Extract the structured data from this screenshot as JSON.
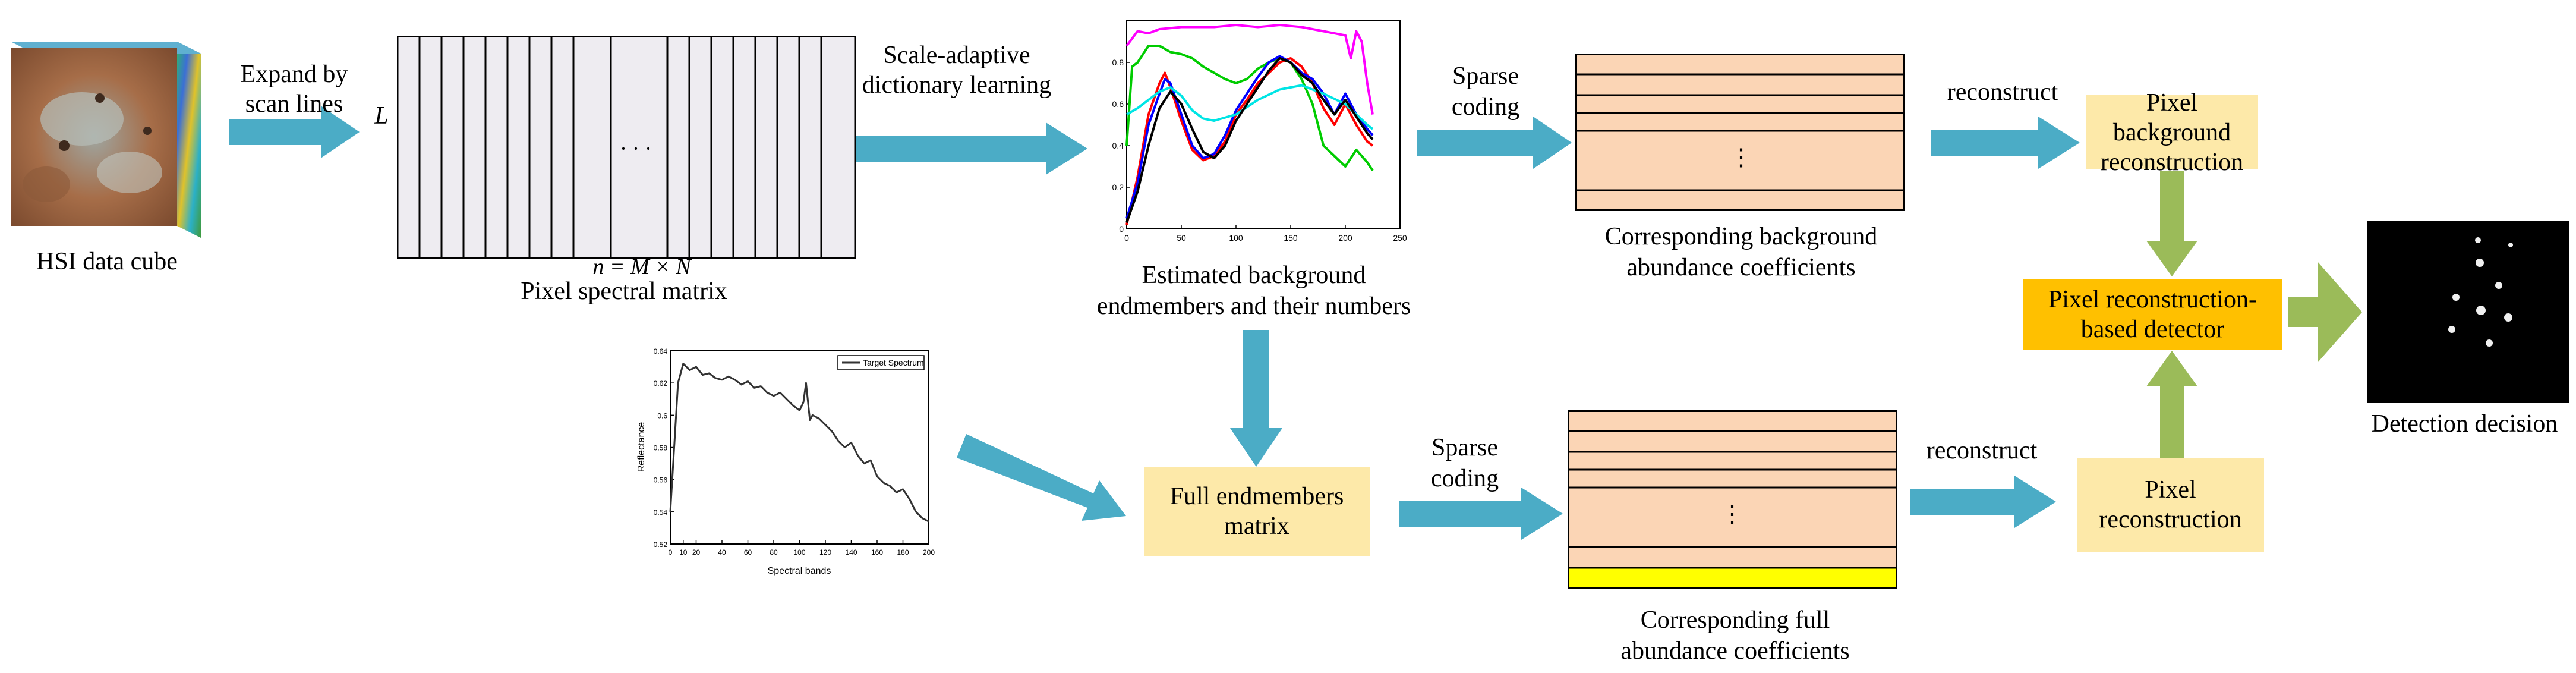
{
  "labels": {
    "hsi_cube": "HSI data cube",
    "expand_by": "Expand by",
    "scan_lines": "scan lines",
    "L": "L",
    "dots": "· · ·",
    "n_eq": "n = M × N",
    "pixel_spectral_matrix": "Pixel spectral matrix",
    "scale_adaptive": "Scale-adaptive",
    "dictionary_learning": "dictionary learning",
    "estimated_bg_1": "Estimated background",
    "estimated_bg_2": "endmembers and their numbers",
    "sparse_1": "Sparse",
    "coding_1": "coding",
    "corr_bg_1": "Corresponding background",
    "corr_bg_2": "abundance coefficients",
    "reconstruct_top": "reconstruct",
    "pixel_bg_1": "Pixel background",
    "pixel_bg_2": "reconstruction",
    "detector_1": "Pixel reconstruction-",
    "detector_2": "based detector",
    "detection_decision": "Detection decision",
    "full_end_1": "Full endmembers",
    "full_end_2": "matrix",
    "sparse_2": "Sparse",
    "coding_2": "coding",
    "corr_full_1": "Corresponding full",
    "corr_full_2": "abundance coefficients",
    "reconstruct_bottom": "reconstruct",
    "pixel_rec_1": "Pixel",
    "pixel_rec_2": "reconstruction",
    "vdots": "⋮"
  },
  "colors": {
    "arrow_blue": "#4bacc6",
    "arrow_green": "#9bbb59",
    "box_light_orange": "#fde9a9",
    "box_orange": "#ffc000",
    "matrix_fill": "#fbd5b5",
    "yellow_row": "#ffff00",
    "spectral_matrix_fill": "#eeecf1"
  },
  "chart_data": [
    {
      "type": "line",
      "title": "",
      "xlabel": "",
      "ylabel": "",
      "xlim": [
        0,
        250
      ],
      "ylim": [
        0,
        1
      ],
      "xticks": [
        "0",
        "50",
        "100",
        "150",
        "200",
        "250"
      ],
      "yticks": [
        "0",
        "0.2",
        "0.4",
        "0.6",
        "0.8"
      ],
      "series": [
        {
          "color": "#ff00ff",
          "x": [
            0,
            10,
            20,
            30,
            50,
            80,
            100,
            120,
            140,
            160,
            180,
            200,
            205,
            210,
            215,
            220,
            225
          ],
          "y": [
            0.88,
            0.95,
            0.94,
            0.96,
            0.97,
            0.97,
            0.98,
            0.97,
            0.98,
            0.97,
            0.95,
            0.93,
            0.82,
            0.95,
            0.9,
            0.7,
            0.55
          ]
        },
        {
          "color": "#00cc00",
          "x": [
            0,
            5,
            10,
            20,
            30,
            40,
            50,
            60,
            70,
            80,
            90,
            100,
            110,
            120,
            130,
            140,
            150,
            160,
            170,
            180,
            190,
            200,
            210,
            220,
            225
          ],
          "y": [
            0.4,
            0.78,
            0.8,
            0.88,
            0.88,
            0.85,
            0.84,
            0.82,
            0.78,
            0.75,
            0.72,
            0.7,
            0.72,
            0.77,
            0.8,
            0.82,
            0.8,
            0.72,
            0.6,
            0.4,
            0.35,
            0.3,
            0.38,
            0.32,
            0.28
          ]
        },
        {
          "color": "#ff0000",
          "x": [
            0,
            10,
            20,
            30,
            35,
            40,
            50,
            60,
            70,
            80,
            90,
            100,
            110,
            120,
            130,
            140,
            150,
            160,
            170,
            180,
            190,
            200,
            210,
            220,
            225
          ],
          "y": [
            0.02,
            0.25,
            0.55,
            0.7,
            0.75,
            0.68,
            0.52,
            0.38,
            0.33,
            0.35,
            0.42,
            0.55,
            0.62,
            0.7,
            0.75,
            0.8,
            0.82,
            0.78,
            0.7,
            0.58,
            0.5,
            0.6,
            0.5,
            0.42,
            0.4
          ]
        },
        {
          "color": "#0000ff",
          "x": [
            0,
            10,
            20,
            30,
            35,
            40,
            50,
            60,
            70,
            80,
            90,
            100,
            110,
            120,
            130,
            140,
            150,
            160,
            170,
            180,
            190,
            200,
            210,
            220,
            225
          ],
          "y": [
            0.05,
            0.22,
            0.5,
            0.65,
            0.72,
            0.7,
            0.55,
            0.4,
            0.34,
            0.36,
            0.45,
            0.57,
            0.65,
            0.73,
            0.8,
            0.83,
            0.8,
            0.75,
            0.72,
            0.65,
            0.55,
            0.65,
            0.55,
            0.48,
            0.45
          ]
        },
        {
          "color": "#00e5e5",
          "x": [
            0,
            10,
            20,
            30,
            40,
            50,
            60,
            70,
            80,
            100,
            120,
            140,
            160,
            180,
            200,
            210,
            220,
            225
          ],
          "y": [
            0.55,
            0.58,
            0.62,
            0.66,
            0.68,
            0.64,
            0.57,
            0.53,
            0.52,
            0.55,
            0.62,
            0.67,
            0.69,
            0.65,
            0.6,
            0.55,
            0.5,
            0.48
          ]
        },
        {
          "color": "#000000",
          "x": [
            0,
            10,
            20,
            30,
            40,
            50,
            60,
            70,
            80,
            90,
            100,
            110,
            120,
            130,
            140,
            150,
            160,
            170,
            180,
            190,
            200,
            210,
            220,
            225
          ],
          "y": [
            0.03,
            0.18,
            0.4,
            0.58,
            0.66,
            0.6,
            0.48,
            0.37,
            0.34,
            0.4,
            0.52,
            0.6,
            0.68,
            0.76,
            0.82,
            0.8,
            0.74,
            0.7,
            0.62,
            0.55,
            0.62,
            0.54,
            0.46,
            0.43
          ]
        }
      ]
    },
    {
      "type": "line",
      "title": "",
      "xlabel": "Spectral bands",
      "ylabel": "Reflectance",
      "legend": "top-right",
      "xlim": [
        0,
        200
      ],
      "ylim": [
        0.52,
        0.64
      ],
      "xticks": [
        "0",
        "10",
        "20",
        "40",
        "60",
        "80",
        "100",
        "120",
        "140",
        "160",
        "180",
        "200"
      ],
      "yticks": [
        "0.52",
        "0.54",
        "0.56",
        "0.58",
        "0.6",
        "0.62",
        "0.64"
      ],
      "series": [
        {
          "name": "Target Spectrum",
          "color": "#333333",
          "x": [
            0,
            3,
            6,
            10,
            15,
            20,
            25,
            30,
            35,
            40,
            45,
            50,
            55,
            60,
            65,
            70,
            75,
            80,
            85,
            90,
            95,
            100,
            103,
            105,
            108,
            110,
            115,
            120,
            125,
            130,
            135,
            140,
            145,
            150,
            155,
            160,
            165,
            170,
            175,
            180,
            185,
            190,
            195,
            200
          ],
          "y": [
            0.54,
            0.58,
            0.62,
            0.632,
            0.628,
            0.63,
            0.625,
            0.626,
            0.623,
            0.622,
            0.624,
            0.622,
            0.619,
            0.621,
            0.617,
            0.618,
            0.614,
            0.612,
            0.614,
            0.61,
            0.606,
            0.603,
            0.608,
            0.62,
            0.597,
            0.6,
            0.598,
            0.594,
            0.59,
            0.584,
            0.58,
            0.583,
            0.575,
            0.57,
            0.572,
            0.562,
            0.558,
            0.556,
            0.552,
            0.554,
            0.548,
            0.54,
            0.536,
            0.534
          ]
        }
      ]
    }
  ]
}
